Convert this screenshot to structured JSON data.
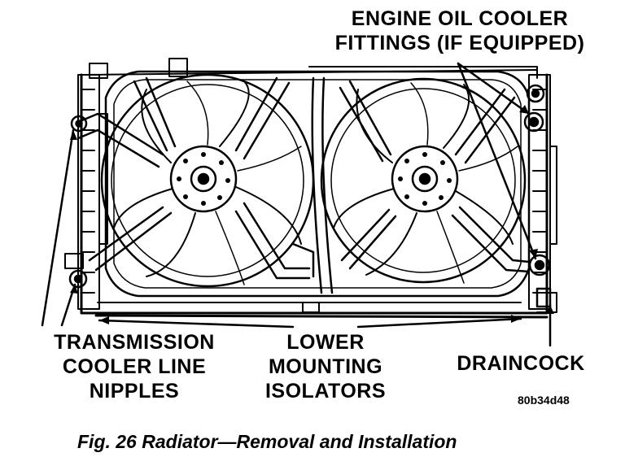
{
  "labels": {
    "engine_oil_cooler": [
      "ENGINE OIL COOLER",
      "FITTINGS (IF EQUIPPED)"
    ],
    "transmission_cooler": [
      "TRANSMISSION",
      "COOLER LINE",
      "NIPPLES"
    ],
    "lower_mounting": [
      "LOWER",
      "MOUNTING",
      "ISOLATORS"
    ],
    "draincock": "DRAINCOCK"
  },
  "figure_code": "80b34d48",
  "caption": "Fig. 26 Radiator—Removal and Installation",
  "colors": {
    "ink": "#000000",
    "paper": "#ffffff"
  }
}
